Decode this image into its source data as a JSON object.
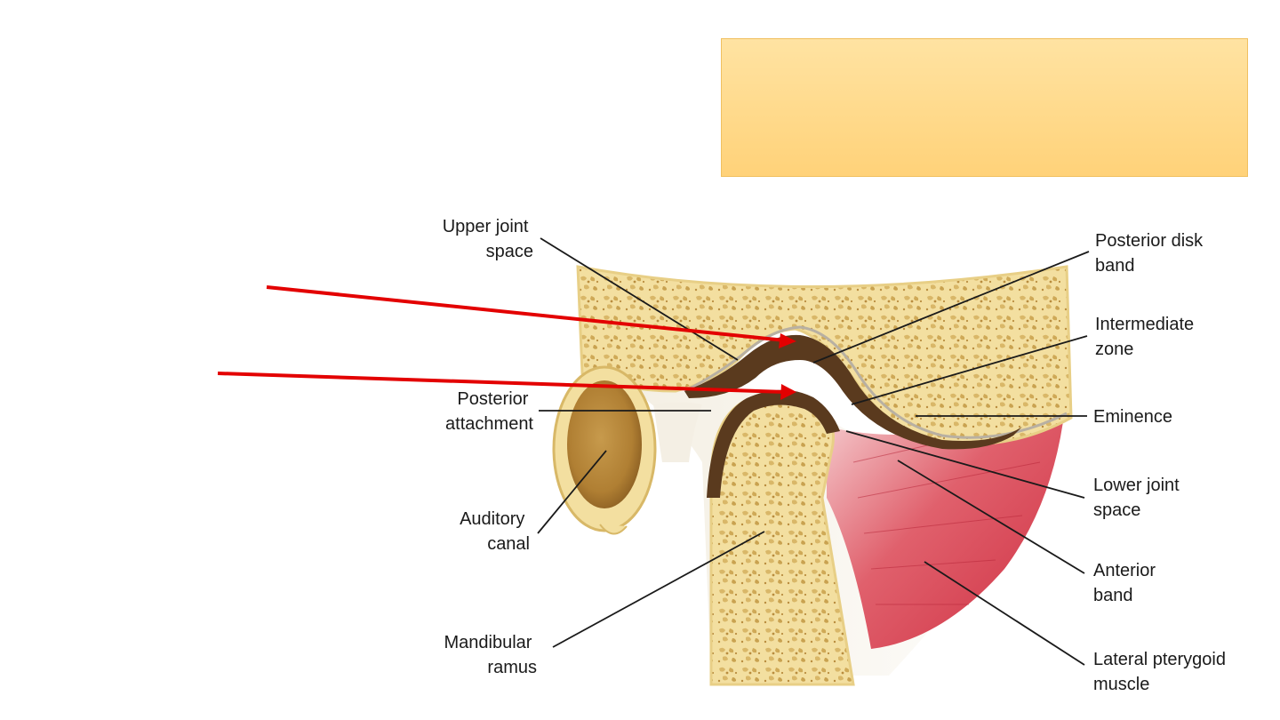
{
  "colors": {
    "bone": "#f3dfa0",
    "bone_texture": "#d9b768",
    "disk": "#5a3a1e",
    "muscle": "#d63b4b",
    "soft_tissue": "#f7f3ea",
    "arrow": "#e30000",
    "note_box": "#ffd98a"
  },
  "labels": {
    "upper_joint_space": [
      "Upper joint",
      "space"
    ],
    "posterior_attachment": [
      "Posterior",
      "attachment"
    ],
    "auditory_canal": [
      "Auditory",
      "canal"
    ],
    "mandibular_ramus": [
      "Mandibular",
      "ramus"
    ],
    "posterior_disk_band": [
      "Posterior disk",
      "band"
    ],
    "intermediate_zone": [
      "Intermediate",
      "zone"
    ],
    "eminence": [
      "Eminence"
    ],
    "lower_joint_space": [
      "Lower joint",
      "space"
    ],
    "anterior_band": [
      "Anterior",
      "band"
    ],
    "lateral_pterygoid_muscle": [
      "Lateral pterygoid",
      "muscle"
    ]
  }
}
